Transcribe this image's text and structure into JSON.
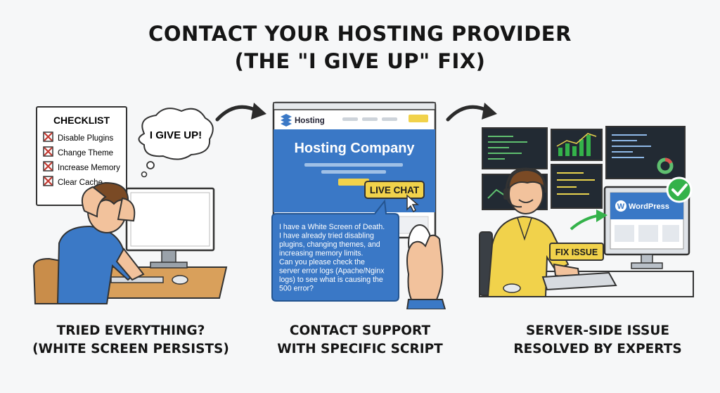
{
  "title": {
    "line1": "CONTACT YOUR HOSTING PROVIDER",
    "line2": "(THE \"I GIVE UP\" FIX)"
  },
  "panel1": {
    "checklist_title": "CHECKLIST",
    "checklist_items": [
      "Disable Plugins",
      "Change Theme",
      "Increase Memory",
      "Clear Cache"
    ],
    "thought": "I GIVE UP!",
    "caption_line1": "TRIED EVERYTHING?",
    "caption_line2": "(WHITE SCREEN PERSISTS)"
  },
  "panel2": {
    "site_logo": "Hosting",
    "hero_title": "Hosting Company",
    "live_chat": "LIVE CHAT",
    "message_lines": [
      "I have a White Screen of Death.",
      "I have already tried disabling",
      "plugins, changing themes, and",
      "increasing memory limits.",
      "Can you please check the",
      "server error logs (Apache/Nginx",
      "logs) to see what is causing the",
      "500 error?"
    ],
    "caption_line1": "CONTACT SUPPORT",
    "caption_line2": "WITH SPECIFIC SCRIPT"
  },
  "panel3": {
    "wordpress": "WordPress",
    "fix_issue": "FIX ISSUE",
    "caption_line1": "SERVER-SIDE ISSUE",
    "caption_line2": "RESOLVED BY EXPERTS"
  },
  "colors": {
    "blue": "#3a78c6",
    "yellow": "#f1d24b",
    "green": "#34b24a",
    "check_red": "#c23a32"
  }
}
